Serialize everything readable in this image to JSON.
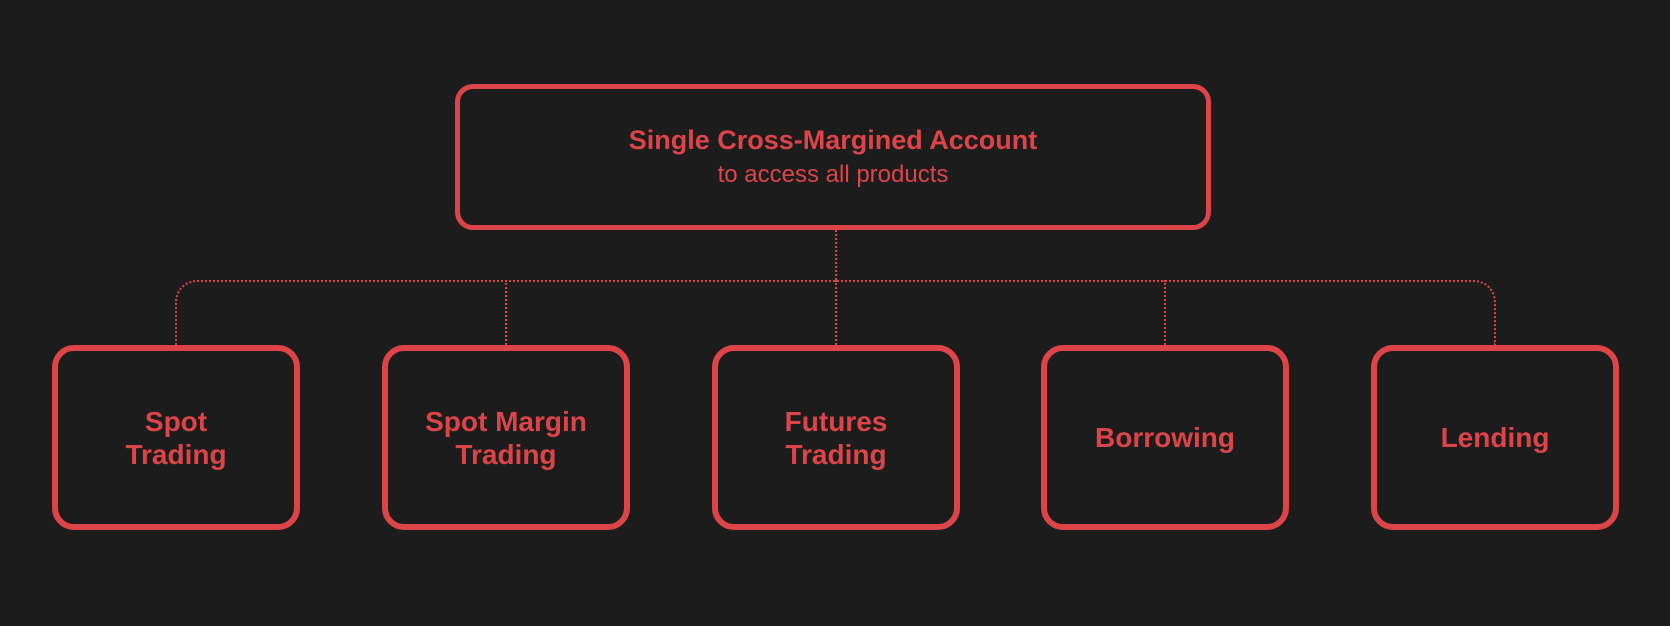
{
  "theme": {
    "background": "#1c1c1c",
    "accent": "#dc4448"
  },
  "root": {
    "title": "Single Cross-Margined Account",
    "subtitle": "to access all products"
  },
  "children": [
    {
      "label": "Spot\nTrading"
    },
    {
      "label": "Spot Margin\nTrading"
    },
    {
      "label": "Futures\nTrading"
    },
    {
      "label": "Borrowing"
    },
    {
      "label": "Lending"
    }
  ]
}
